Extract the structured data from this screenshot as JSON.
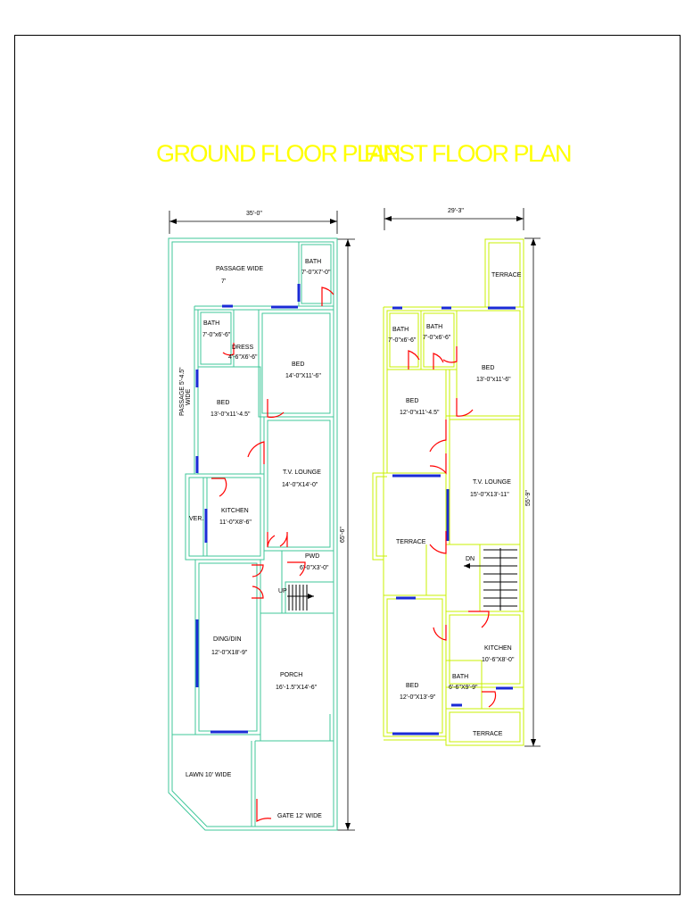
{
  "ground_floor": {
    "title": "GROUND FLOOR PLAN",
    "width_dim": "35'-0\"",
    "depth_dim": "65'-6\"",
    "rooms": {
      "passage_top": "PASSAGE WIDE",
      "passage_top_size": "7'",
      "bath_top": "BATH",
      "bath_top_size": "7'-0\"X7'-0\"",
      "bath_left": "BATH",
      "bath_left_size": "7'-0\"x6'-6\"",
      "dress": "DRESS",
      "dress_size": "4'-6\"X6'-6\"",
      "bed_right": "BED",
      "bed_right_size": "14'-0\"X11'-6\"",
      "passage_side": "PASSAGE 5'-4.5\"",
      "passage_side_2": "WIDE",
      "bed_left": "BED",
      "bed_left_size": "13'-0\"x11'-4.5\"",
      "tv_lounge": "T.V. LOUNGE",
      "tv_lounge_size": "14'-0\"X14'-0\"",
      "ver": "VER.",
      "kitchen": "KITCHEN",
      "kitchen_size": "11'-0\"X8'-6\"",
      "pwd": "PWD",
      "pwd_size": "6'-0\"X3'-0\"",
      "up": "UP",
      "dining": "DING/DIN",
      "dining_size": "12'-0\"X18'-9\"",
      "porch": "PORCH",
      "porch_size": "16'-1.5\"X14'-6\"",
      "lawn": "LAWN 10' WIDE",
      "gate": "GATE 12' WIDE"
    }
  },
  "first_floor": {
    "title": "FIRST FLOOR PLAN",
    "width_dim": "29'-3\"",
    "depth_dim": "55'-9\"",
    "rooms": {
      "terrace_top": "TERRACE",
      "bath_1": "BATH",
      "bath_1_size": "7'-0\"x6'-6\"",
      "bath_2": "BATH",
      "bath_2_size": "7'-0\"x6'-6\"",
      "bed_top_right": "BED",
      "bed_top_right_size": "13'-0\"x11'-6\"",
      "bed_left": "BED",
      "bed_left_size": "12'-0\"x11'-4.5\"",
      "tv_lounge": "T.V. LOUNGE",
      "tv_lounge_size": "15'-0\"X13'-11\"",
      "terrace_left": "TERRACE",
      "dn": "DN",
      "kitchen": "KITCHEN",
      "kitchen_size": "10'-6\"X8'-0\"",
      "bath_3": "BATH",
      "bath_3_size": "6'-6\"X9'-9\"",
      "bed_bottom": "BED",
      "bed_bottom_size": "12'-0\"X13'-9\"",
      "terrace_bottom": "TERRACE"
    }
  }
}
